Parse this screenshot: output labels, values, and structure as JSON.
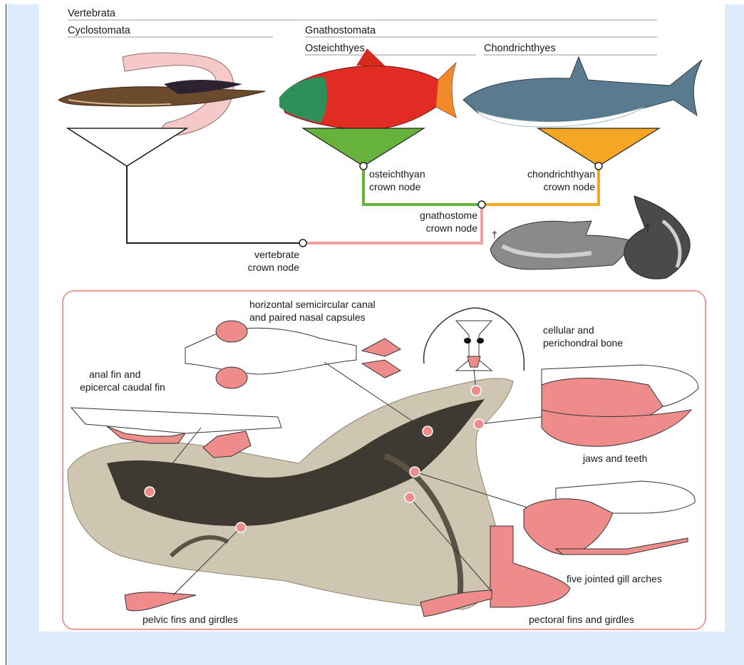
{
  "clades": {
    "vertebrata": "Vertebrata",
    "cyclostomata": "Cyclostomata",
    "gnathostomata": "Gnathostomata",
    "osteichthyes": "Osteichthyes",
    "chondrichthyes": "Chondrichthyes"
  },
  "nodes": {
    "osteichthyan_1": "osteichthyan",
    "osteichthyan_2": "crown node",
    "chondrichthyan_1": "chondrichthyan",
    "chondrichthyan_2": "crown node",
    "gnathostome_1": "gnathostome",
    "gnathostome_2": "crown node",
    "vertebrate_1": "vertebrate",
    "vertebrate_2": "crown node",
    "dagger": "†"
  },
  "features": {
    "canal_1": "horizontal semicircular canal",
    "canal_2": "and paired nasal capsules",
    "bone_1": "cellular and",
    "bone_2": "perichondral bone",
    "caudal_1": "anal fin and",
    "caudal_2": "epicercal caudal fin",
    "jaws": "jaws and teeth",
    "gill": "five jointed gill arches",
    "pelvic": "pelvic fins and girdles",
    "pectoral": "pectoral fins and girdles"
  },
  "colors": {
    "osteichthyes": "#66b23c",
    "chondrichthyes": "#f5a623",
    "vertebrate_stem": "#f2a0a0",
    "feature_pink": "#ee8c8c",
    "panel_border": "#ee9a9a",
    "background": "#deebfb"
  }
}
